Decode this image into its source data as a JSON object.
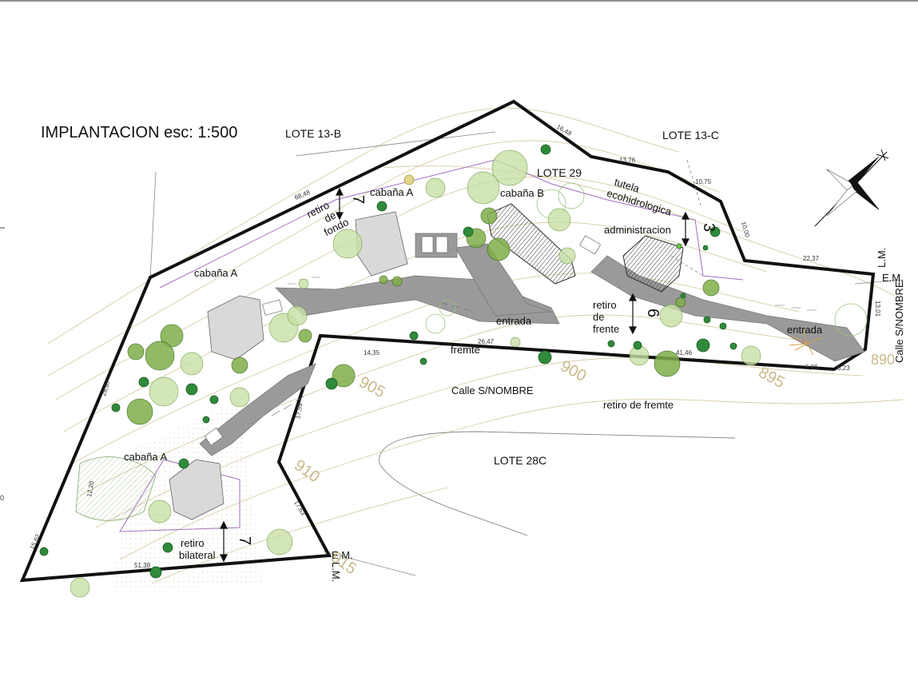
{
  "title": "IMPLANTACION esc: 1:500",
  "neighbors": {
    "lote_13b": "LOTE  13-B",
    "lote_13c": "LOTE  13-C",
    "lote_28c": "LOTE 28C"
  },
  "site": {
    "lot_name": "LOTE 29",
    "tutela_line1": "tutela",
    "tutela_line2": "ecohidrologica",
    "admin": "administracion",
    "cabana_b": "cabaña B",
    "cabana_a_top": "cabaña A",
    "cabana_a_left": "cabaña A",
    "cabana_a_bottom": "cabaña A",
    "entrada_1": "entrada",
    "entrada_2": "entrada",
    "frente": "fremte"
  },
  "setbacks": {
    "fondo_l1": "retiro",
    "fondo_l2": "de",
    "fondo_l3": "fondo",
    "fondo_value": "7",
    "frente_l1": "retiro",
    "frente_l2": "de",
    "frente_l3": "frente",
    "frente_value": "6",
    "admin_value": "3",
    "bilateral_l1": "retiro",
    "bilateral_l2": "bilateral",
    "bilateral_value": "7",
    "street_setback": "retiro de fremte"
  },
  "streets": {
    "main": "Calle S/NOMBRE",
    "side": "Calle S/NOMBRE"
  },
  "markers": {
    "lm_right": "L.M.",
    "em_right": "E.M.",
    "em_bottom": "E.M.",
    "lm_bottom": "L.M."
  },
  "dimensions": {
    "d1": "16,48",
    "d2": "13,76",
    "d3": "10,75",
    "d4": "10,00",
    "d5": "22,37",
    "d6": "13,01",
    "d7": "6,23",
    "d8": "6,06",
    "d9": "41,46",
    "d10": "26,47",
    "d11": "14,35",
    "d12": "17,59",
    "d13": "17,63",
    "d14": "51,38",
    "d15": "15,62",
    "d16": "12,20",
    "d17": "28,67",
    "d18": "68,48"
  },
  "contours": {
    "c900": "900",
    "c895": "895",
    "c905": "905",
    "c910": "910",
    "c890": "890",
    "c915": "915"
  },
  "edge_marks": {
    "left": "0"
  }
}
